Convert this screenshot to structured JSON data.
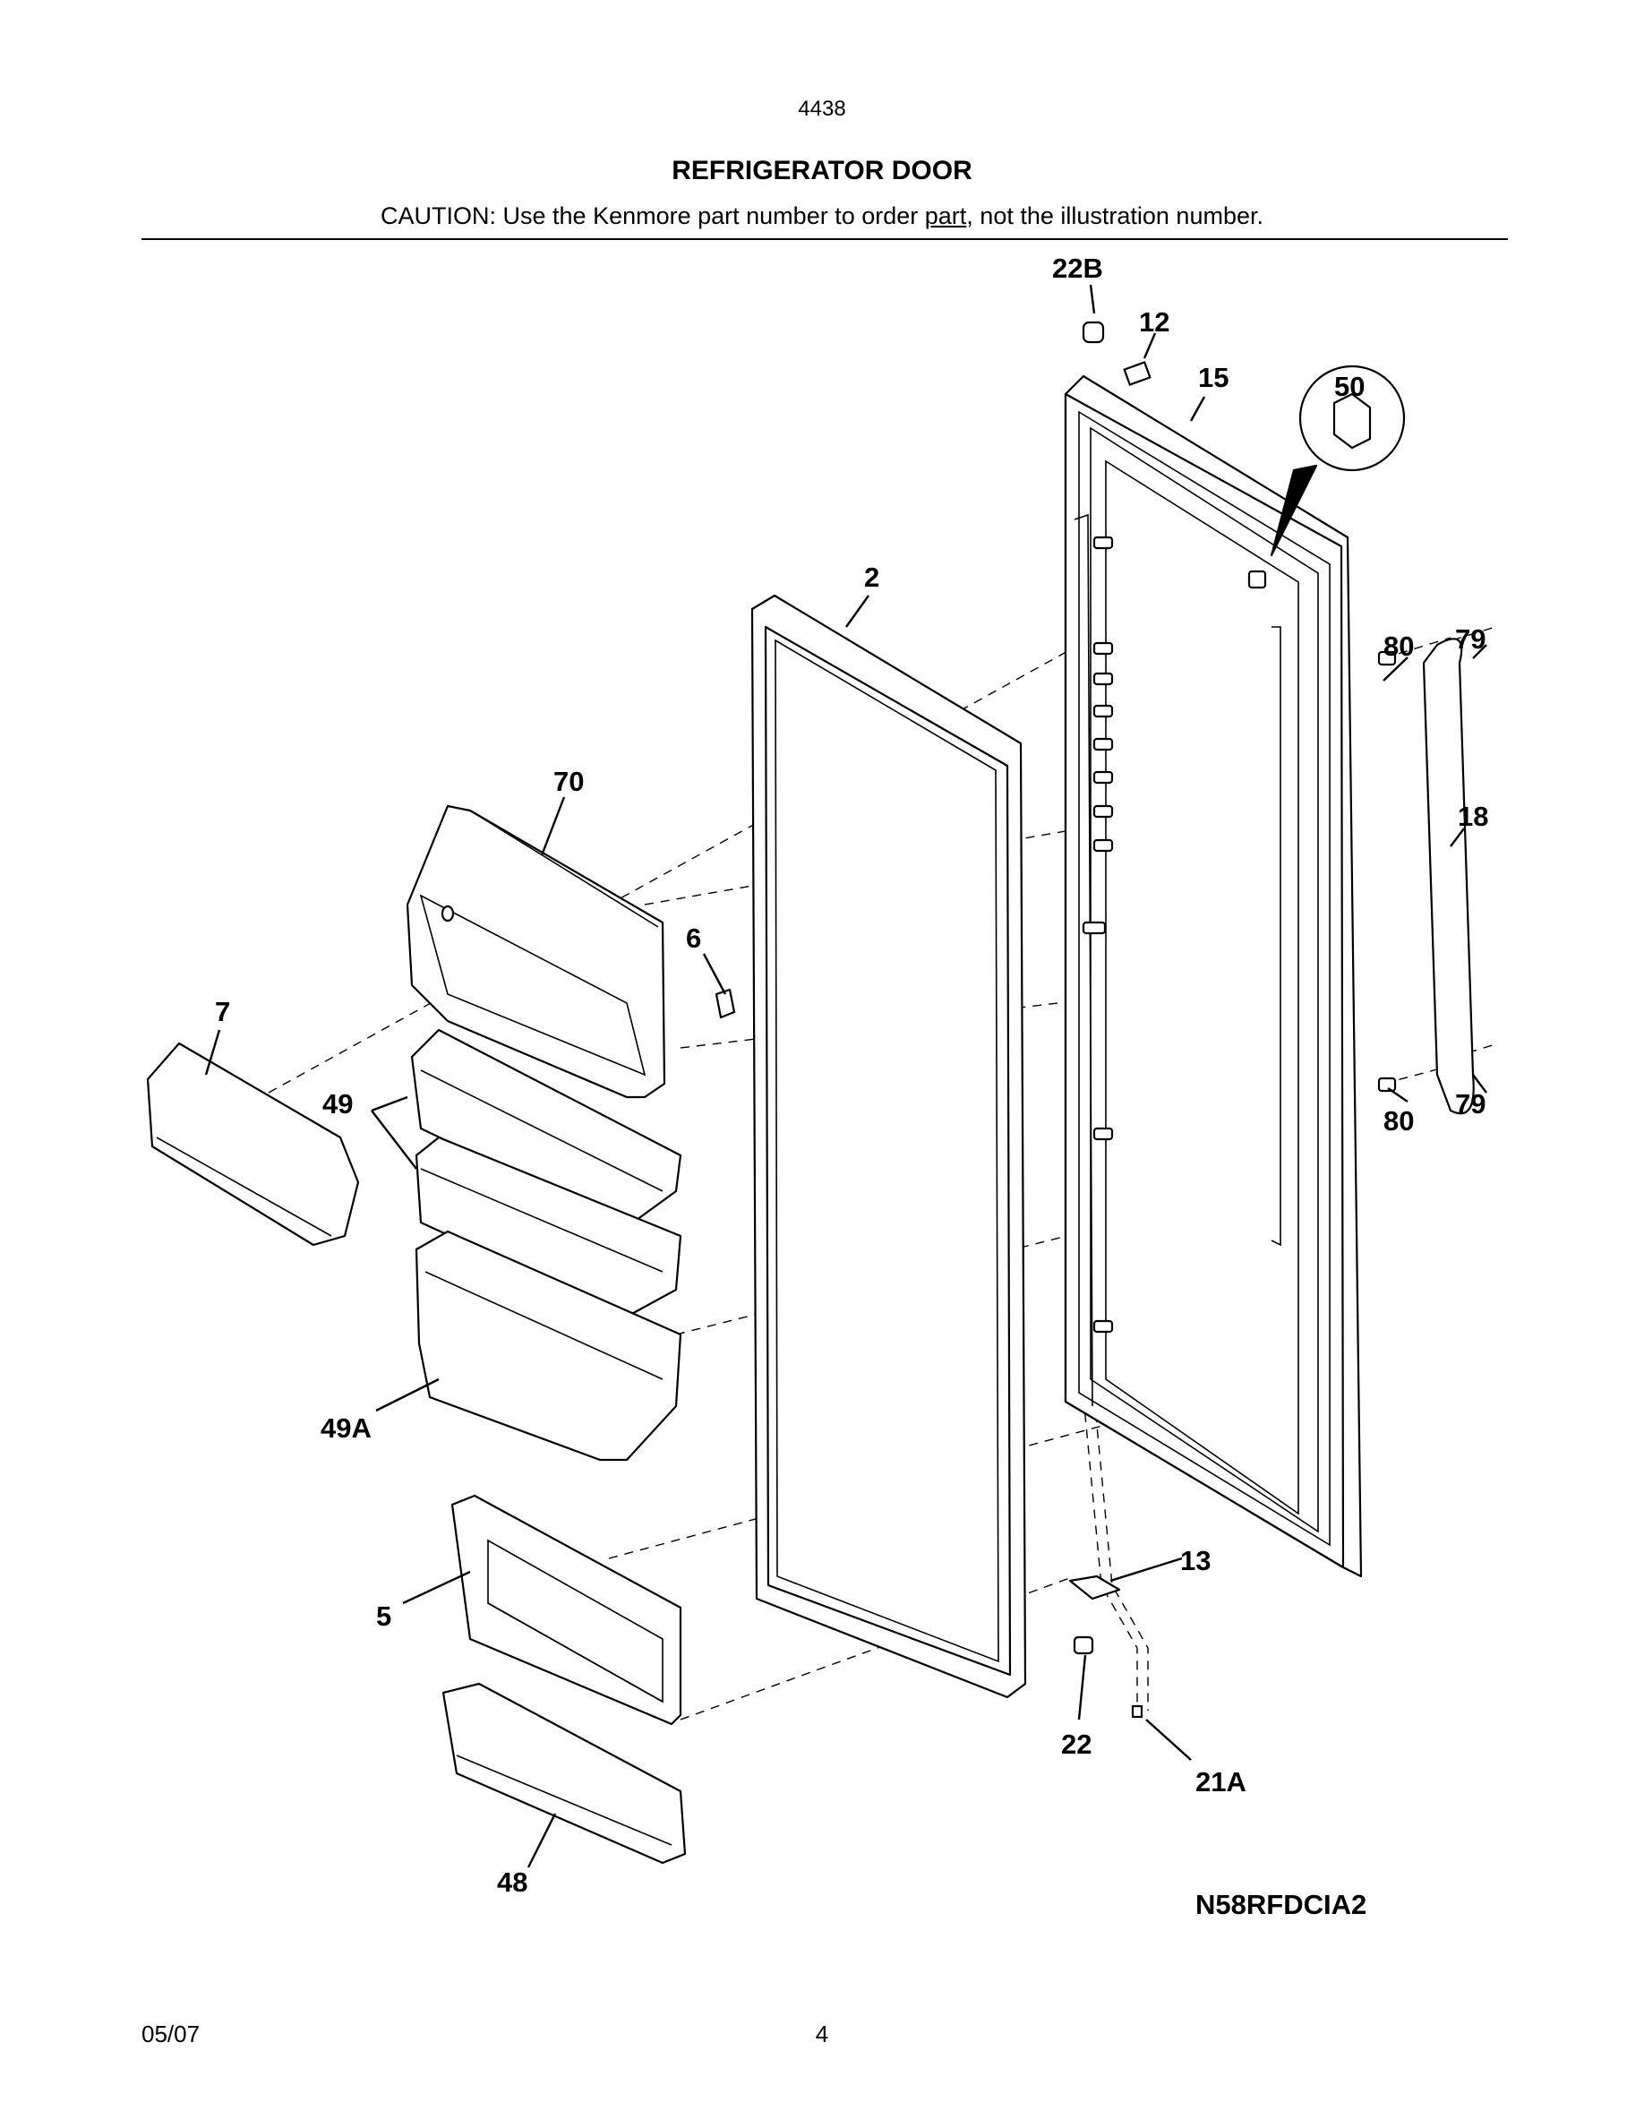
{
  "header": {
    "doc_number": "4438",
    "title": "REFRIGERATOR DOOR",
    "caution_prefix": "CAUTION: Use the Kenmore part number to order ",
    "caution_underlined": "part",
    "caution_suffix": ", not the illustration number."
  },
  "diagram": {
    "model_code": "N58RFDCIA2",
    "callouts": [
      "22B",
      "12",
      "15",
      "50",
      "2",
      "80",
      "79",
      "18",
      "70",
      "6",
      "7",
      "49",
      "49A",
      "80",
      "79",
      "13",
      "5",
      "22",
      "21A",
      "48"
    ]
  },
  "footer": {
    "date": "05/07",
    "page": "4"
  }
}
